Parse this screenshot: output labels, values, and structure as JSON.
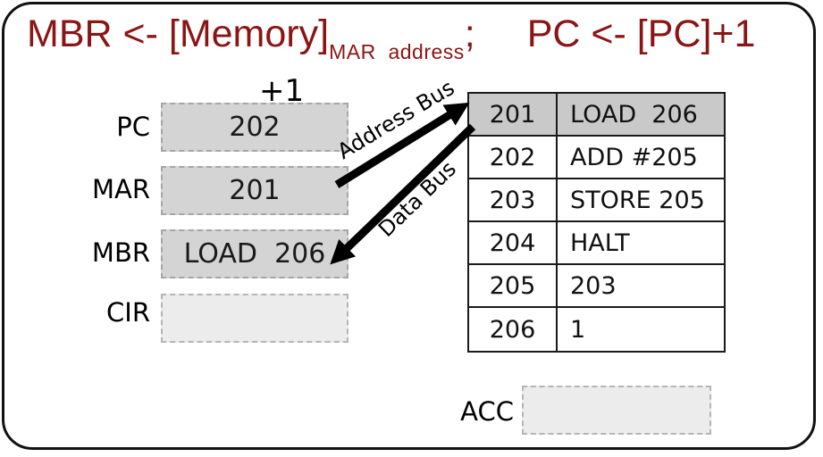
{
  "title": {
    "lhs": "MBR <- [Memory]",
    "subscript": "MAR  address",
    "separator": ";",
    "rhs": "PC <- [PC]+1"
  },
  "registers": {
    "increment_label": "+1",
    "items": [
      {
        "label": "PC",
        "value": "202"
      },
      {
        "label": "MAR",
        "value": "201"
      },
      {
        "label": "MBR",
        "value": "LOAD  206"
      },
      {
        "label": "CIR",
        "value": ""
      }
    ]
  },
  "buses": {
    "address": "Address Bus",
    "data": "Data Bus"
  },
  "memory_table": {
    "rows": [
      {
        "address": "201",
        "content": "LOAD  206",
        "highlighted": true
      },
      {
        "address": "202",
        "content": "ADD #205",
        "highlighted": false
      },
      {
        "address": "203",
        "content": "STORE 205",
        "highlighted": false
      },
      {
        "address": "204",
        "content": "HALT",
        "highlighted": false
      },
      {
        "address": "205",
        "content": "203",
        "highlighted": false
      },
      {
        "address": "206",
        "content": "1",
        "highlighted": false
      }
    ]
  },
  "accumulator": {
    "label": "ACC",
    "value": ""
  },
  "colors": {
    "title_text": "#8b1414",
    "register_fill": "#d4d4d4",
    "empty_register_fill": "#ececec",
    "highlight_row_fill": "#c9c9c9",
    "table_border": "#1a1a1a",
    "arrow": "#000000"
  }
}
